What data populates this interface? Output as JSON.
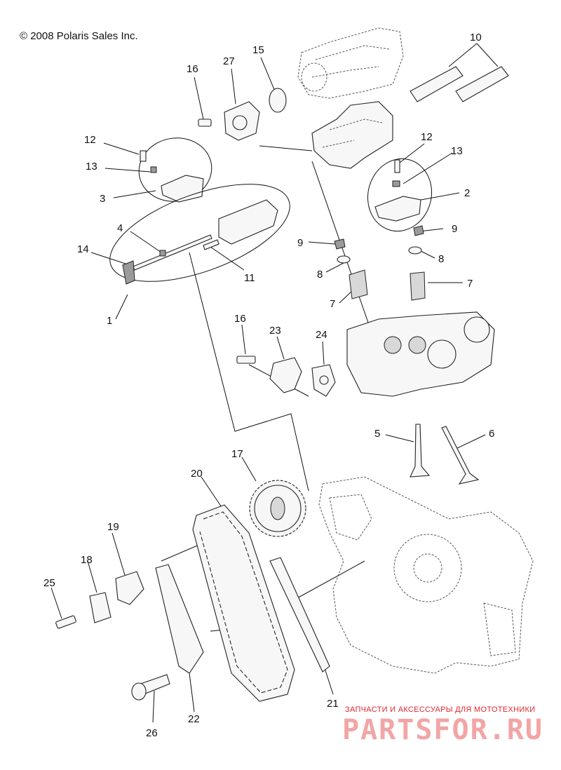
{
  "copyright": "© 2008 Polaris Sales Inc.",
  "callouts": {
    "c1": "1",
    "c2": "2",
    "c3": "3",
    "c4": "4",
    "c5": "5",
    "c6": "6",
    "c7a": "7",
    "c7b": "7",
    "c8a": "8",
    "c8b": "8",
    "c9a": "9",
    "c9b": "9",
    "c10": "10",
    "c11": "11",
    "c12a": "12",
    "c12b": "12",
    "c13a": "13",
    "c13b": "13",
    "c14": "14",
    "c15": "15",
    "c16a": "16",
    "c16b": "16",
    "c17": "17",
    "c18": "18",
    "c19": "19",
    "c20": "20",
    "c21": "21",
    "c22": "22",
    "c23": "23",
    "c24": "24",
    "c25": "25",
    "c26": "26",
    "c27": "27"
  },
  "watermark": {
    "tagline": "ЗАПЧАСТИ И АКСЕССУАРЫ ДЛЯ МОТОТЕХНИКИ",
    "brand": "PARTSFOR.RU"
  }
}
